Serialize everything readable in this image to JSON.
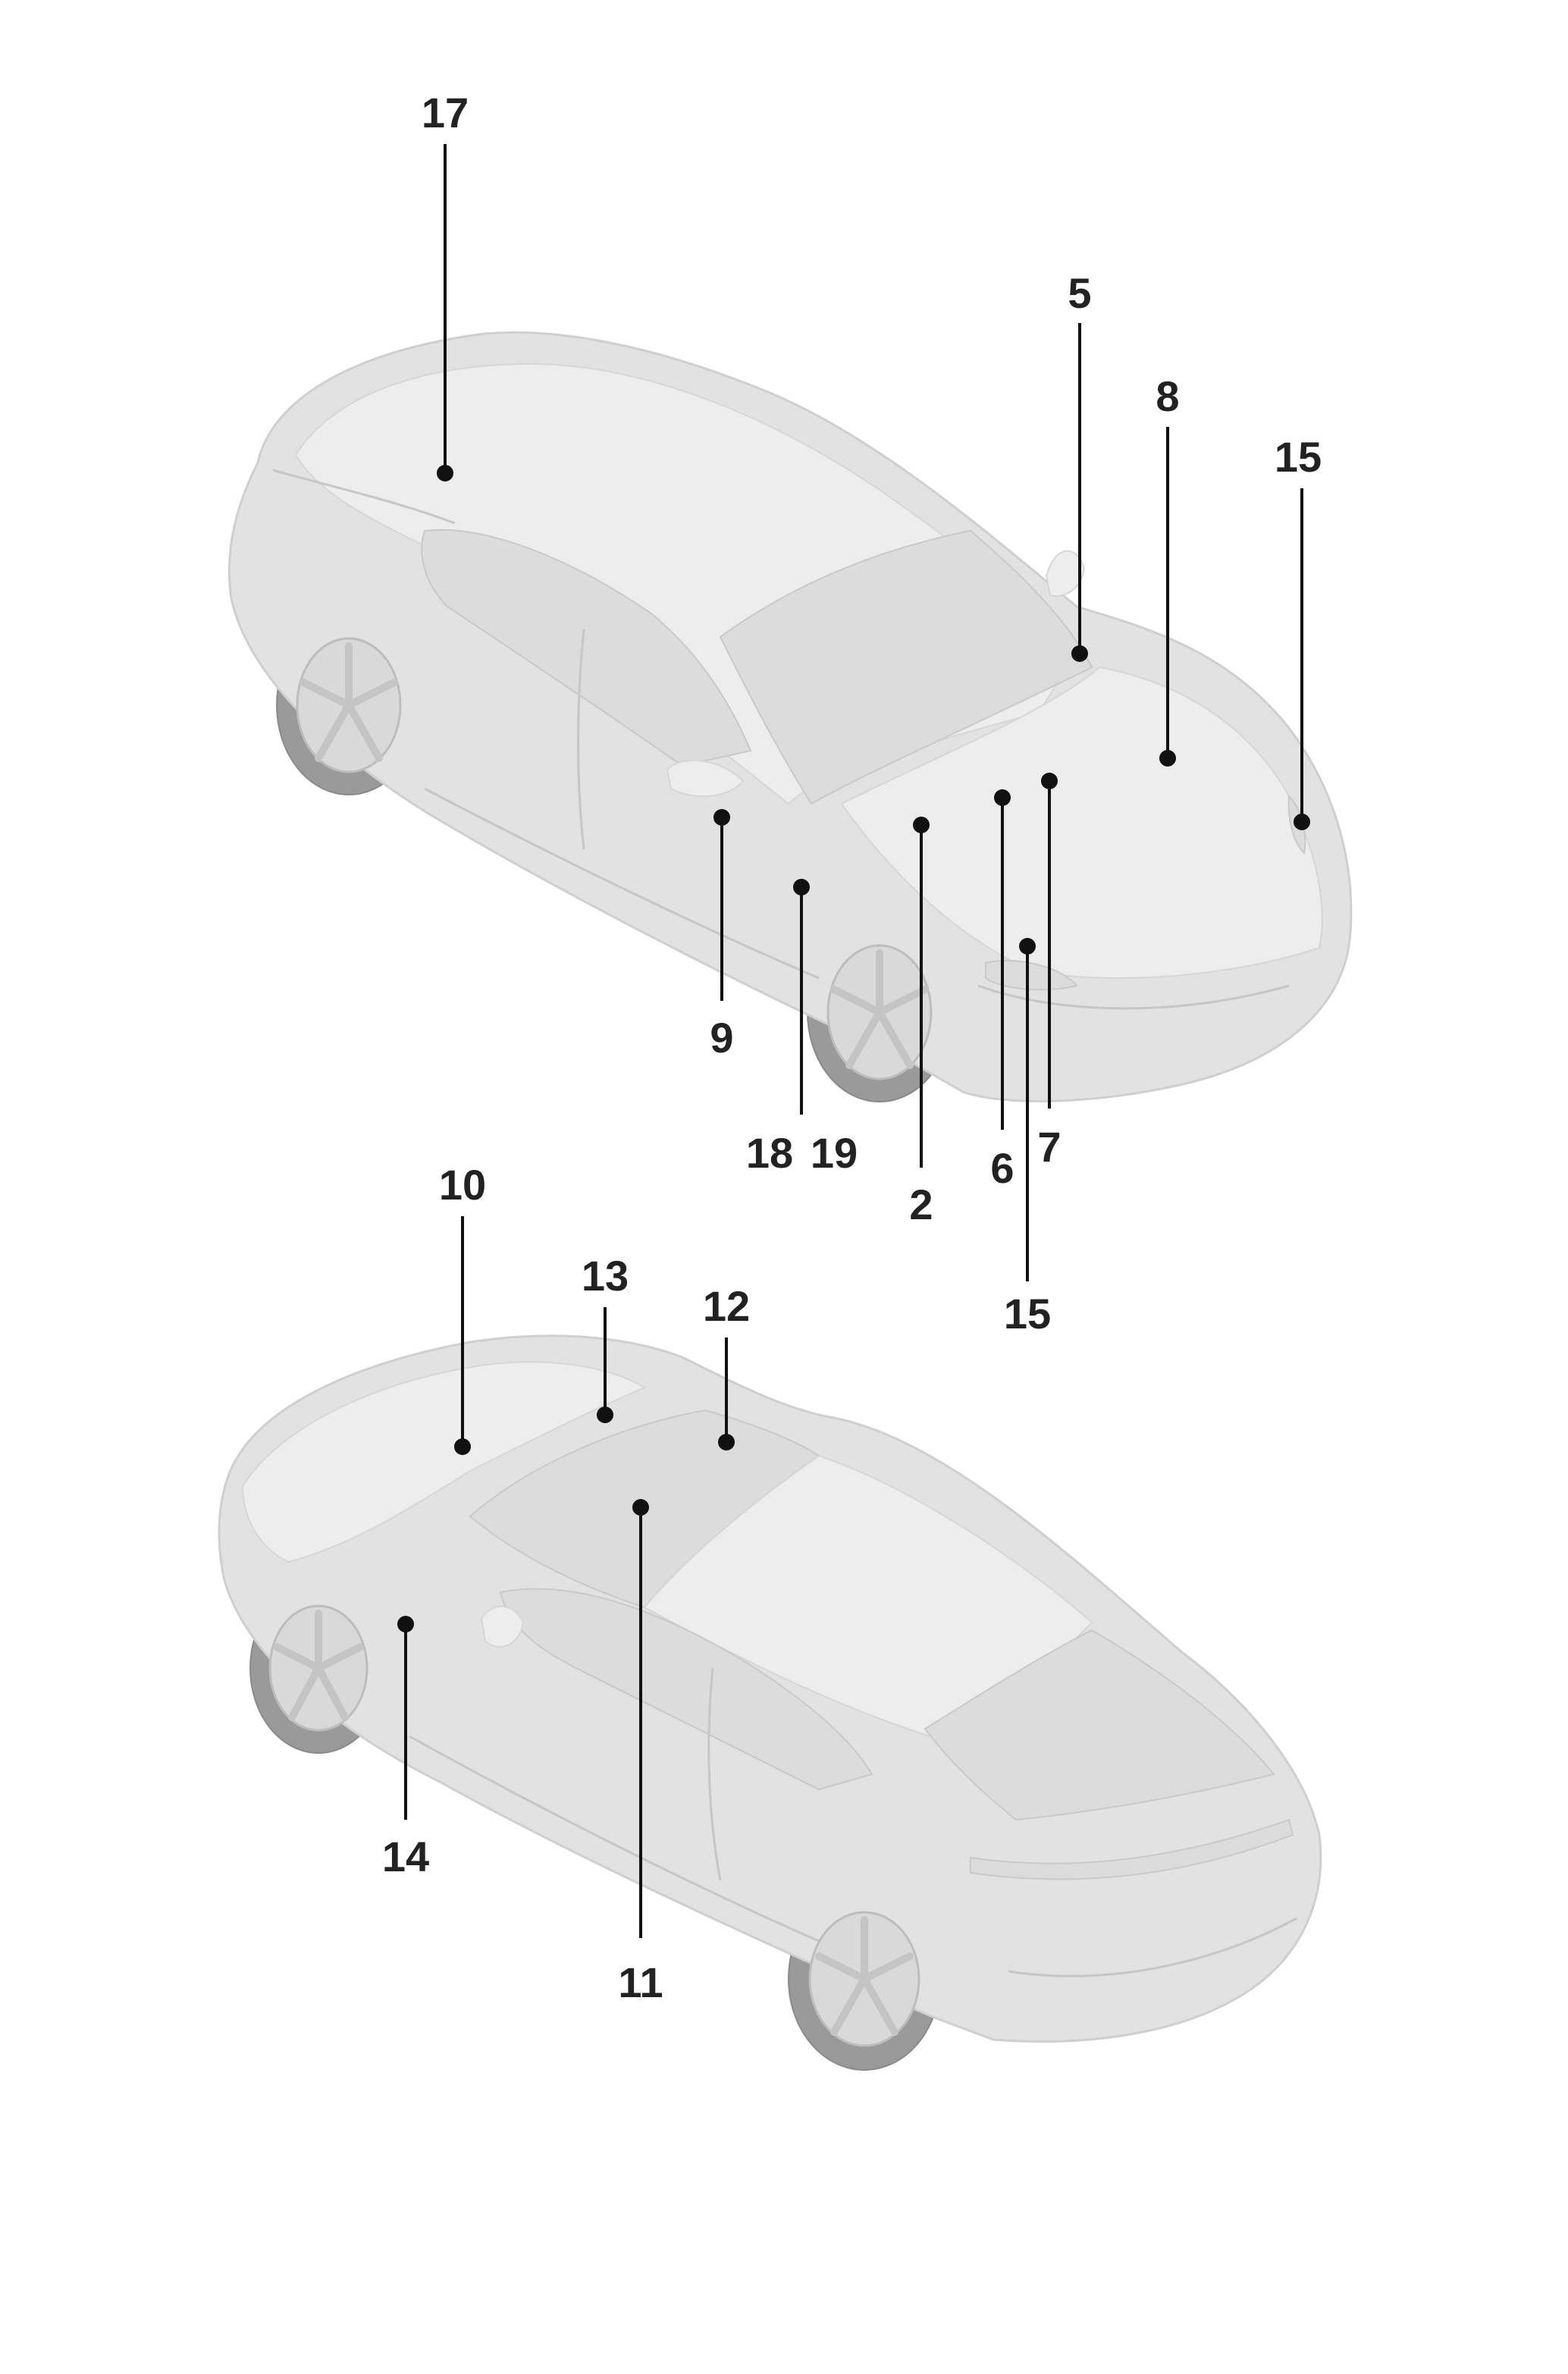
{
  "diagram": {
    "views": [
      {
        "id": "front-view",
        "callouts": [
          "17",
          "5",
          "8",
          "15",
          "9",
          "18",
          "19",
          "2",
          "6",
          "7",
          "15"
        ]
      },
      {
        "id": "rear-view",
        "callouts": [
          "10",
          "13",
          "12",
          "14",
          "11"
        ]
      }
    ],
    "labels": {
      "c17": "17",
      "c5": "5",
      "c8": "8",
      "c15a": "15",
      "c9": "9",
      "c18": "18",
      "c19": "19",
      "c2": "2",
      "c6": "6",
      "c7": "7",
      "c15b": "15",
      "c10": "10",
      "c13": "13",
      "c12": "12",
      "c14": "14",
      "c11": "11"
    },
    "colors": {
      "body": "#e2e2e2",
      "tyre": "#9a9a9a",
      "leader": "#111111",
      "label": "#222222"
    }
  }
}
